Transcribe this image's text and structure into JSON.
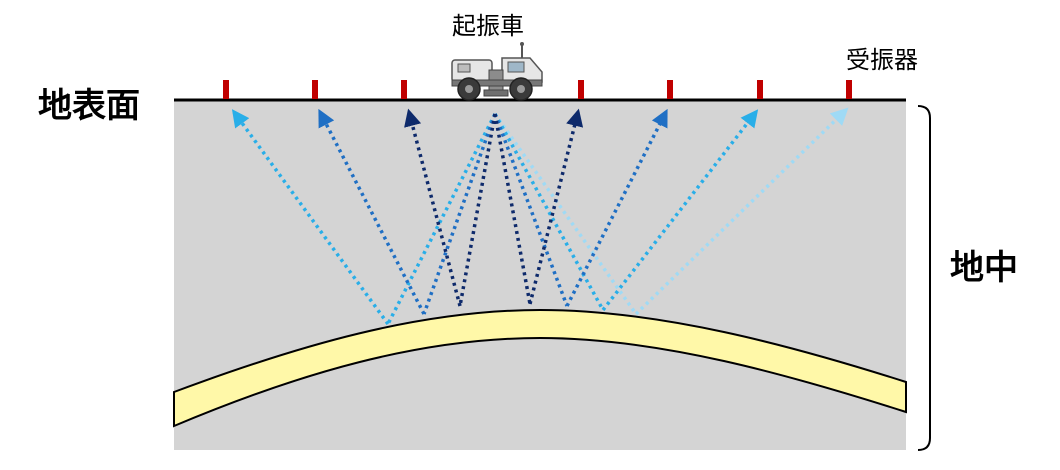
{
  "labels": {
    "surface": "地表面",
    "underground": "地中",
    "source_truck": "起振車",
    "receiver": "受振器"
  },
  "colors": {
    "ground": "#d4d4d4",
    "reflector_layer": "#fff8a8",
    "receiver_marker": "#c00000",
    "surface_line": "#000000",
    "ray_dark": "#0e2a6b",
    "ray_mid": "#1f6fc4",
    "ray_light": "#29aee8",
    "ray_pale": "#9fdaf5"
  },
  "icons": {
    "source": "seismic-vibrator-truck-icon"
  }
}
